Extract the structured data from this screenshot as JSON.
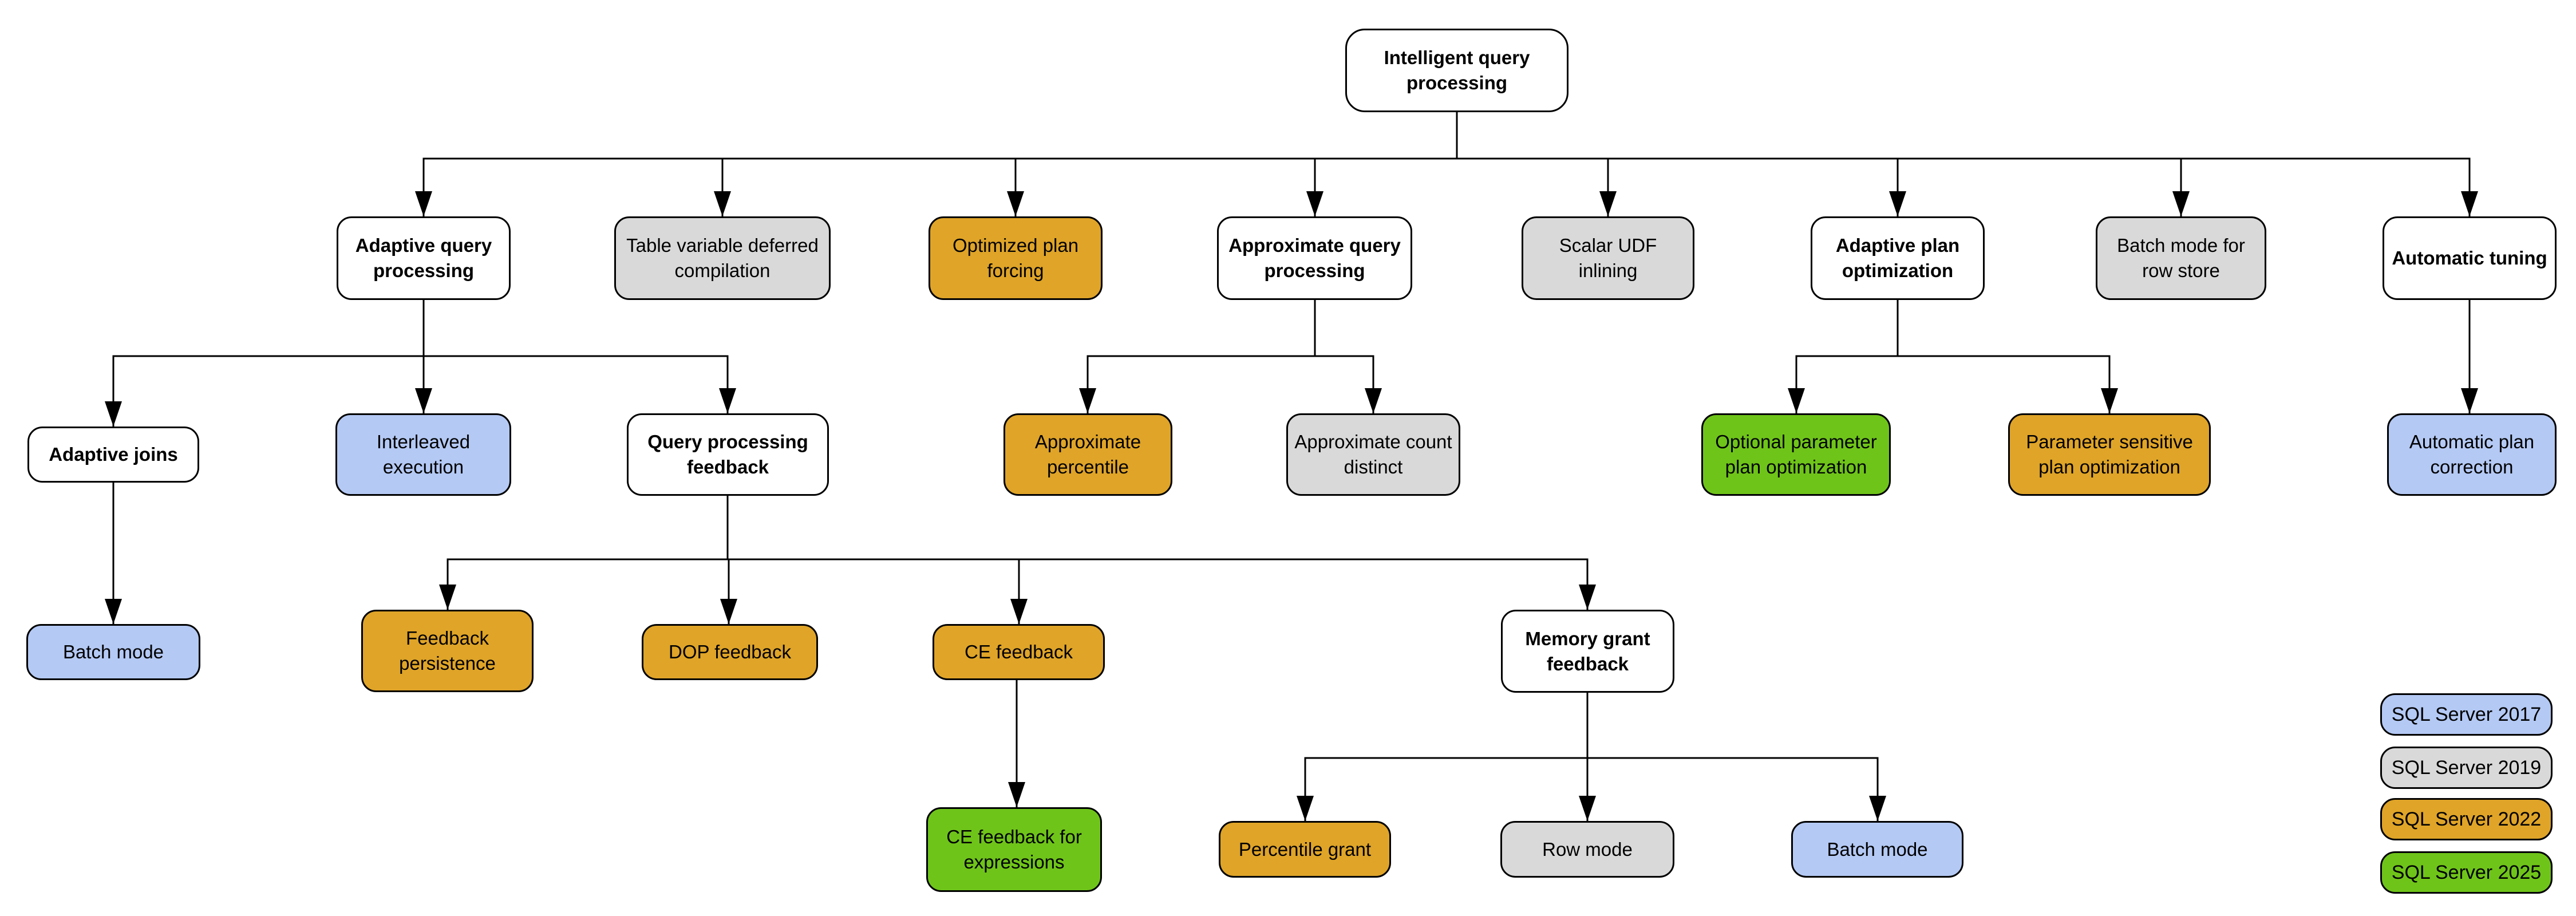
{
  "colors": {
    "base_box": "#FFFFFF",
    "sql_2017": "#B4C9F4",
    "sql_2019": "#D9D9D9",
    "sql_2022": "#DFA428",
    "sql_2025": "#6FC41A",
    "line": "#000000"
  },
  "nodes": {
    "root": {
      "label": "Intelligent query processing",
      "version": "base"
    },
    "aqp": {
      "label": "Adaptive query processing",
      "version": "base"
    },
    "tvdc": {
      "label": "Table variable deferred compilation",
      "version": "2019"
    },
    "opf": {
      "label": "Optimized plan forcing",
      "version": "2022"
    },
    "approx_qp": {
      "label": "Approximate query processing",
      "version": "base"
    },
    "sudf": {
      "label": "Scalar UDF inlining",
      "version": "2019"
    },
    "apo": {
      "label": "Adaptive plan optimization",
      "version": "base"
    },
    "bmrs": {
      "label": "Batch mode for row store",
      "version": "2019"
    },
    "atun": {
      "label": "Automatic tuning",
      "version": "base"
    },
    "aj": {
      "label": "Adaptive joins",
      "version": "base"
    },
    "ie": {
      "label": "Interleaved execution",
      "version": "2017"
    },
    "qpf": {
      "label": "Query processing feedback",
      "version": "base"
    },
    "ap": {
      "label": "Approximate percentile",
      "version": "2022"
    },
    "acd": {
      "label": "Approximate count distinct",
      "version": "2019"
    },
    "oppo": {
      "label": "Optional parameter plan optimization",
      "version": "2025"
    },
    "pspo": {
      "label": "Parameter sensitive plan optimization",
      "version": "2022"
    },
    "apc": {
      "label": "Automatic plan correction",
      "version": "2017"
    },
    "bm_aj": {
      "label": "Batch mode",
      "version": "2017"
    },
    "fp": {
      "label": "Feedback persistence",
      "version": "2022"
    },
    "dop": {
      "label": "DOP feedback",
      "version": "2022"
    },
    "cef": {
      "label": "CE feedback",
      "version": "2022"
    },
    "mgf": {
      "label": "Memory grant feedback",
      "version": "base"
    },
    "cefe": {
      "label": "CE feedback for expressions",
      "version": "2025"
    },
    "pg": {
      "label": "Percentile grant",
      "version": "2022"
    },
    "rm": {
      "label": "Row mode",
      "version": "2019"
    },
    "bm_mgf": {
      "label": "Batch mode",
      "version": "2017"
    }
  },
  "edges": [
    [
      "Intelligent query processing",
      "Adaptive query processing"
    ],
    [
      "Intelligent query processing",
      "Table variable deferred compilation"
    ],
    [
      "Intelligent query processing",
      "Optimized plan forcing"
    ],
    [
      "Intelligent query processing",
      "Approximate query processing"
    ],
    [
      "Intelligent query processing",
      "Scalar UDF inlining"
    ],
    [
      "Intelligent query processing",
      "Adaptive plan optimization"
    ],
    [
      "Intelligent query processing",
      "Batch mode for row store"
    ],
    [
      "Intelligent query processing",
      "Automatic tuning"
    ],
    [
      "Adaptive query processing",
      "Adaptive joins"
    ],
    [
      "Adaptive query processing",
      "Interleaved execution"
    ],
    [
      "Adaptive query processing",
      "Query processing feedback"
    ],
    [
      "Approximate query processing",
      "Approximate percentile"
    ],
    [
      "Approximate query processing",
      "Approximate count distinct"
    ],
    [
      "Adaptive plan optimization",
      "Optional parameter plan optimization"
    ],
    [
      "Adaptive plan optimization",
      "Parameter sensitive plan optimization"
    ],
    [
      "Automatic tuning",
      "Automatic plan correction"
    ],
    [
      "Adaptive joins",
      "Batch mode"
    ],
    [
      "Query processing feedback",
      "Feedback persistence"
    ],
    [
      "Query processing feedback",
      "DOP feedback"
    ],
    [
      "Query processing feedback",
      "CE feedback"
    ],
    [
      "Query processing feedback",
      "Memory grant feedback"
    ],
    [
      "CE feedback",
      "CE feedback for expressions"
    ],
    [
      "Memory grant feedback",
      "Percentile grant"
    ],
    [
      "Memory grant feedback",
      "Row mode"
    ],
    [
      "Memory grant feedback",
      "Batch mode"
    ]
  ],
  "legend": {
    "items": [
      {
        "label": "SQL Server 2017",
        "color": "#B4C9F4"
      },
      {
        "label": "SQL Server 2019",
        "color": "#D9D9D9"
      },
      {
        "label": "SQL Server 2022",
        "color": "#DFA428"
      },
      {
        "label": "SQL Server 2025",
        "color": "#6FC41A"
      }
    ]
  }
}
